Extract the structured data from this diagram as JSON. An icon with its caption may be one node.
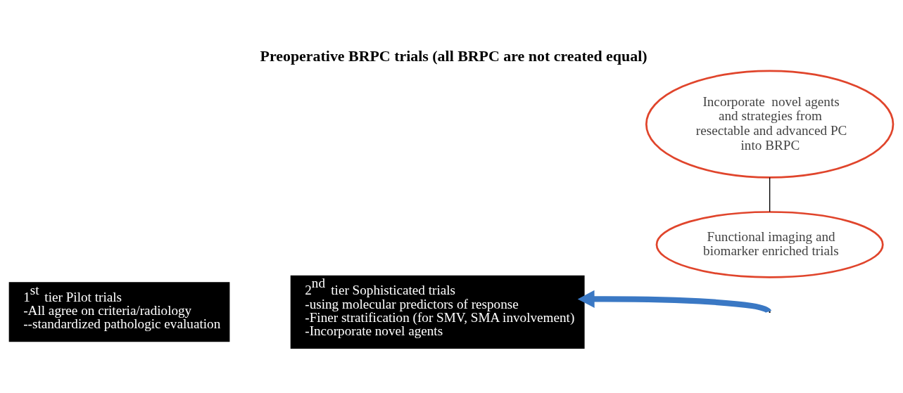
{
  "diagram": {
    "title": "Preoperative BRPC trials (all BRPC are not created equal)",
    "nodes": [
      {
        "text": [
          "1$^{st}$ tier Pilot trials",
          "-All agree on criteria/radiology",
          "--standardized pathologic evaluation"
        ]
      },
      {
        "text": [
          "2$^{nd}$ tier Sophisticated trials",
          "-using molecular predictors of response",
          "-Finer stratification (for SMV, SMA involvement)",
          "-Incorporate novel agents"
        ]
      },
      {
        "text": [
          "Incorporate  novel agents and strategies from resectable and advanced PC into BRPC"
        ]
      },
      {
        "text": [
          "Functional imaging and biomarker enriched trials"
        ]
      }
    ],
    "edges": [
      {
        "from": 2,
        "to": 3,
        "arrow": "none"
      },
      {
        "from": null,
        "to": 1,
        "arrow": "to",
        "style": "thick",
        "color": "#3a78c4"
      }
    ]
  }
}
